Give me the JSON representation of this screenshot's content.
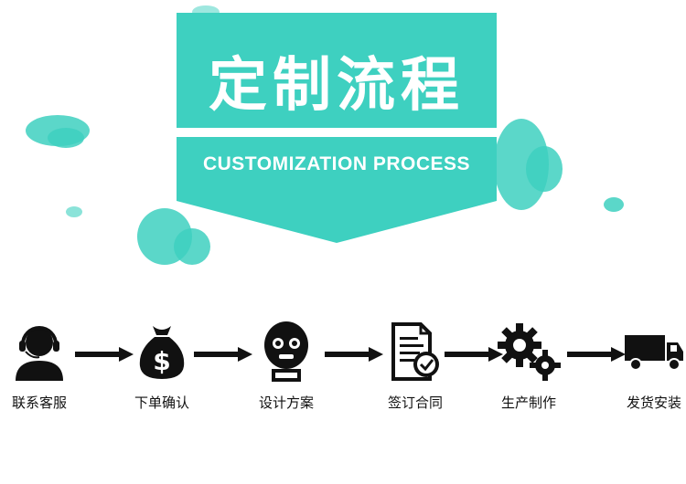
{
  "banner": {
    "title": "定制流程",
    "subtitle": "CUSTOMIZATION PROCESS",
    "color": "#3ed0c0"
  },
  "steps": [
    {
      "label": "联系客服",
      "icon": "customer-service-icon"
    },
    {
      "label": "下单确认",
      "icon": "money-bag-icon"
    },
    {
      "label": "设计方案",
      "icon": "design-mask-icon"
    },
    {
      "label": "签订合同",
      "icon": "signed-contract-icon"
    },
    {
      "label": "生产制作",
      "icon": "gears-icon"
    },
    {
      "label": "发货安装",
      "icon": "delivery-truck-icon"
    }
  ]
}
